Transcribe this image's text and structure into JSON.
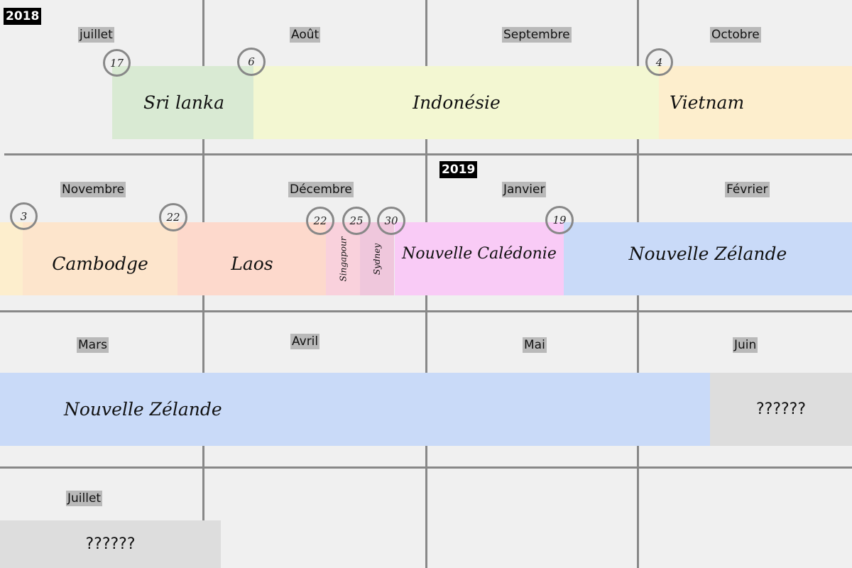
{
  "years": {
    "y2018": "2018",
    "y2019": "2019"
  },
  "months": {
    "juillet": "juillet",
    "aout": "Août",
    "septembre": "Septembre",
    "octobre": "Octobre",
    "novembre": "Novembre",
    "decembre": "Décembre",
    "janvier": "Janvier",
    "fevrier": "Février",
    "mars": "Mars",
    "avril": "Avril",
    "mai": "Mai",
    "juin": "Juin",
    "juillet2": "Juillet"
  },
  "days": {
    "d17": "17",
    "d6": "6",
    "d4": "4",
    "d3": "3",
    "d22a": "22",
    "d22b": "22",
    "d25": "25",
    "d30": "30",
    "d19": "19"
  },
  "destinations": {
    "srilanka": "Sri lanka",
    "indonesie": "Indonésie",
    "vietnam": "Vietnam",
    "cambodge": "Cambodge",
    "laos": "Laos",
    "singapour": "Singapour",
    "sydney": "Sydney",
    "nouvelle_caledonie": "Nouvelle Calédonie",
    "nouvelle_zelande_1": "Nouvelle Zélande",
    "nouvelle_zelande_2": "Nouvelle Zélande",
    "unknown_juin": "??????",
    "unknown_juillet": "??????"
  },
  "colors": {
    "srilanka": "#d9ead3",
    "indonesie": "#f3f7d2",
    "vietnam": "#fdeecd",
    "cambodge": "#fde5cc",
    "laos": "#fdd9cc",
    "singapour": "#f9d1dc",
    "sydney": "#efc7dc",
    "nouvelle_caledonie": "#f9cbf6",
    "nouvelle_zelande": "#c9daf8",
    "unknown": "#dddddd"
  }
}
